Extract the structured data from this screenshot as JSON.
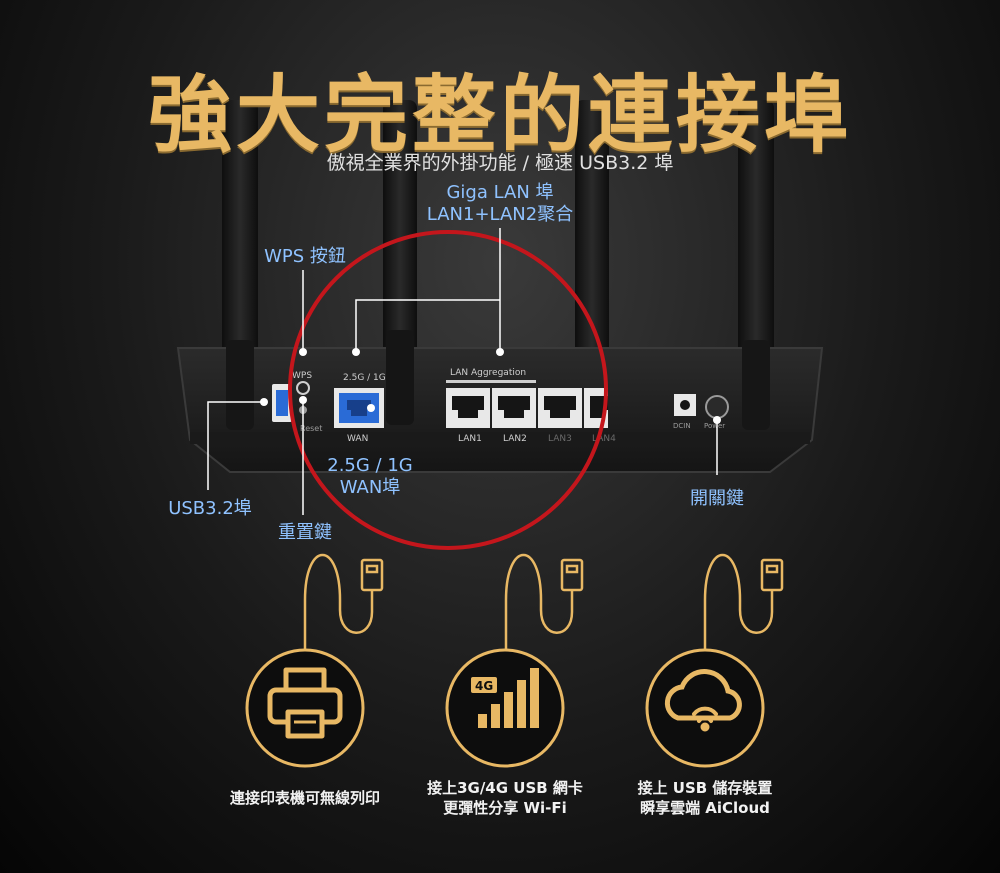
{
  "header": {
    "title": "強大完整的連接埠",
    "subtitle": "傲視全業界的外掛功能 / 極速 USB3.2 埠"
  },
  "callouts": {
    "lan": {
      "line1": "Giga LAN 埠",
      "line2": "LAN1+LAN2聚合"
    },
    "wps": "WPS 按鈕",
    "wan": {
      "line1": "2.5G / 1G",
      "line2": "WAN埠"
    },
    "usb": "USB3.2埠",
    "reset": "重置鍵",
    "power": "開關鍵"
  },
  "router": {
    "wps_print": "WPS",
    "wan_print": "2.5G / 1G",
    "wan_port": "WAN",
    "lan_group": "LAN Aggregation",
    "lan_ports": [
      "LAN1",
      "LAN2",
      "LAN3",
      "LAN4"
    ],
    "dcin": "DCIN",
    "power": "Power",
    "reset": "Reset"
  },
  "features": [
    {
      "icon": "printer-icon",
      "line1": "連接印表機可無線列印",
      "line2": ""
    },
    {
      "icon": "signal-4g-icon",
      "badge": "4G",
      "line1": "接上3G/4G USB 網卡",
      "line2": "更彈性分享 Wi-Fi"
    },
    {
      "icon": "cloud-icon",
      "line1": "接上 USB 儲存裝置",
      "line2": "瞬享雲端 AiCloud"
    }
  ],
  "colors": {
    "accent_gold": "#e8b864",
    "label_blue": "#8fc2ff",
    "highlight_red": "#c4161c"
  }
}
